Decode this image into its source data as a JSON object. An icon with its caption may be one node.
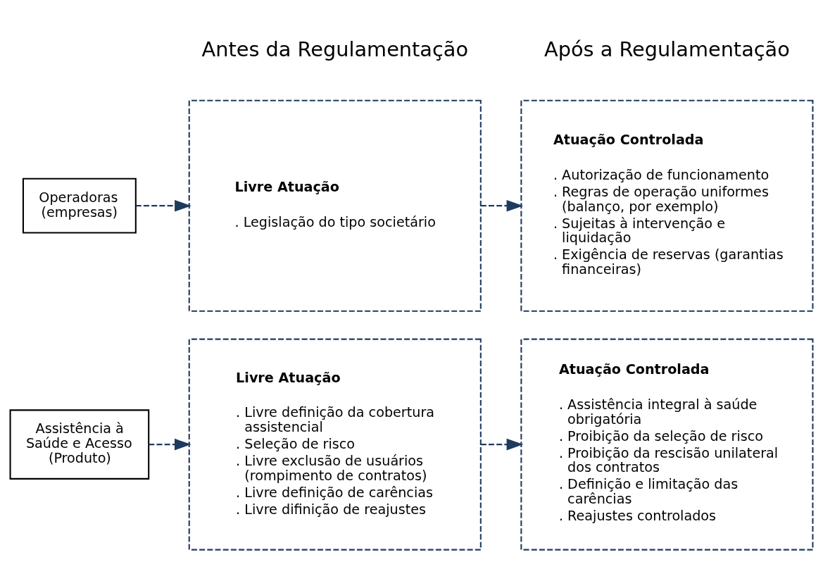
{
  "diagram": {
    "nodes": [
      {
        "text": [
          "Operadoras (empresas)"
        ]
      },
      {
        "text": [
          "Assistência à Saúde e Acesso (Produto)"
        ]
      },
      {
        "text": [
          "Livre Atuação",
          ". Legislação do tipo societário"
        ]
      },
      {
        "text": [
          "Atuação Controlada",
          ". Autorização de funcionamento",
          ". Regras de operação uniformes (balanço, por exemplo)",
          ". Sujeitas à intervenção e liquidação",
          ". Exigência de reservas (garantias financeiras)"
        ]
      },
      {
        "text": [
          "Livre Atuação",
          ". Livre definição da cobertura assistencial",
          ". Seleção de risco",
          ". Livre exclusão de usuários (rompimento de contratos)",
          ". Livre definição de carências",
          ". Livre difinição de reajustes"
        ]
      },
      {
        "text": [
          "Atuação Controlada",
          ". Assistência integral à saúde obrigatória",
          ". Proibição da seleção de risco",
          ". Proibição da rescisão unilateral dos contratos",
          ". Definição e limitação das carências",
          ". Reajustes controlados"
        ]
      }
    ],
    "edges": [
      {
        "from": 0,
        "to": 2,
        "arrow": "to",
        "style": "dashed"
      },
      {
        "from": 2,
        "to": 3,
        "arrow": "to",
        "style": "dashed"
      },
      {
        "from": 1,
        "to": 4,
        "arrow": "to",
        "style": "dashed"
      },
      {
        "from": 4,
        "to": 5,
        "arrow": "to",
        "style": "dashed"
      }
    ],
    "labels": [
      "Antes da Regulamentação",
      "Após a Regulamentação"
    ]
  }
}
